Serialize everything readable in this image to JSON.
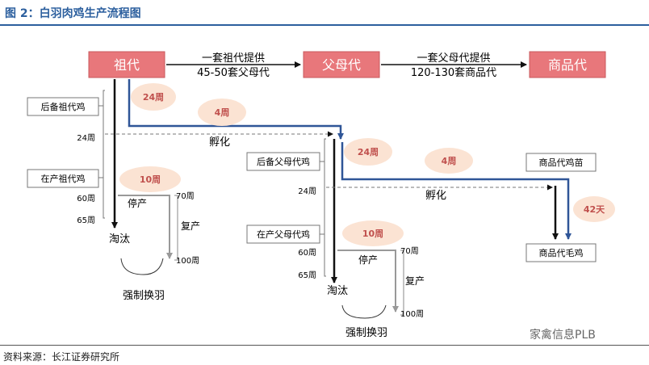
{
  "figure": {
    "title": "图 2：白羽肉鸡生产流程图",
    "source": "资料来源：长江证券研究所",
    "watermark": "家禽信息PLB"
  },
  "colors": {
    "header_red": "#e8777b",
    "arrow_blue": "#2f5597",
    "ellipse_fill": "#fbe3d3",
    "ellipse_text": "#c0504d",
    "title_blue": "#2c5f9e"
  },
  "stages": {
    "grandparent": "祖代",
    "parent": "父母代",
    "commercial": "商品代"
  },
  "transitions": {
    "gp_to_parent_line1": "一套祖代提供",
    "gp_to_parent_line2": "45-50套父母代",
    "parent_to_commercial_line1": "一套父母代提供",
    "parent_to_commercial_line2": "120-130套商品代"
  },
  "grandparent_section": {
    "reserve_label": "后备祖代鸡",
    "laying_label": "在产祖代鸡",
    "week_24": "24周",
    "week_60": "60周",
    "week_65": "65周",
    "week_70": "70周",
    "week_100": "100周",
    "ellipse_24w": "24周",
    "ellipse_4w": "4周",
    "ellipse_10w": "10周",
    "hatch": "孵化",
    "pause": "停产",
    "resume": "复产",
    "cull": "淘汰",
    "forced_molt": "强制换羽"
  },
  "parent_section": {
    "reserve_label": "后备父母代鸡",
    "laying_label": "在产父母代鸡",
    "week_24": "24周",
    "week_60": "60周",
    "week_65": "65周",
    "week_70": "70周",
    "week_100": "100周",
    "ellipse_24w": "24周",
    "ellipse_4w": "4周",
    "ellipse_10w": "10周",
    "hatch": "孵化",
    "pause": "停产",
    "resume": "复产",
    "cull": "淘汰",
    "forced_molt": "强制换羽"
  },
  "commercial_section": {
    "chick_label": "商品代鸡苗",
    "broiler_label": "商品代毛鸡",
    "ellipse_42d": "42天"
  }
}
